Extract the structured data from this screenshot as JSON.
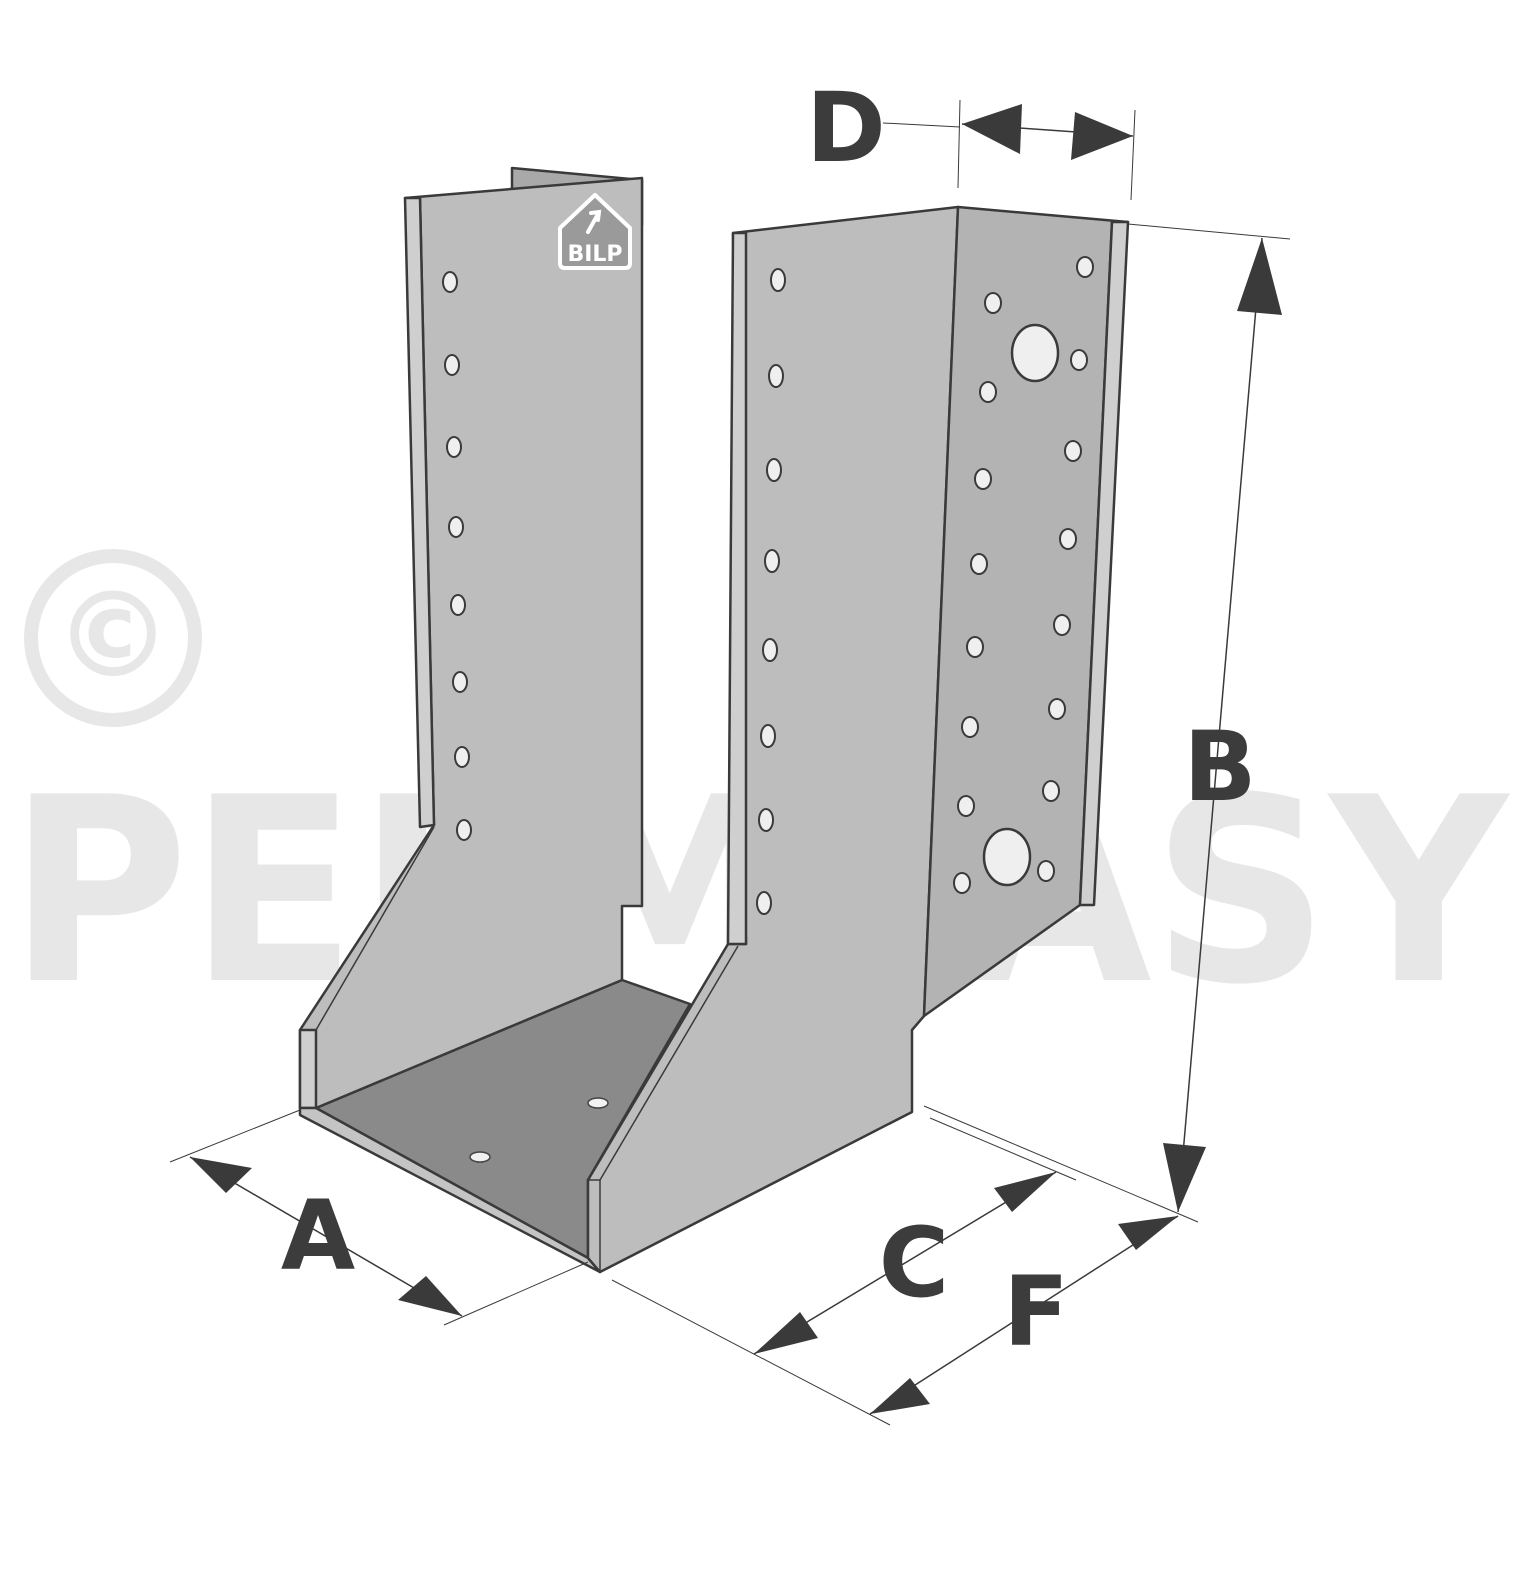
{
  "watermark": {
    "symbol": "©",
    "text": "PERMEASY"
  },
  "logo": {
    "text": "BILP"
  },
  "dimensions": {
    "a": "A",
    "b": "B",
    "c": "C",
    "d": "D",
    "f": "F"
  },
  "colors": {
    "plate": "#bcbcbc",
    "plate_dark": "#a9a9a9",
    "base": "#8c8c8c",
    "edge": "#3a3a3a",
    "label": "#3c3c3c",
    "watermark": "#e7e7e7"
  }
}
